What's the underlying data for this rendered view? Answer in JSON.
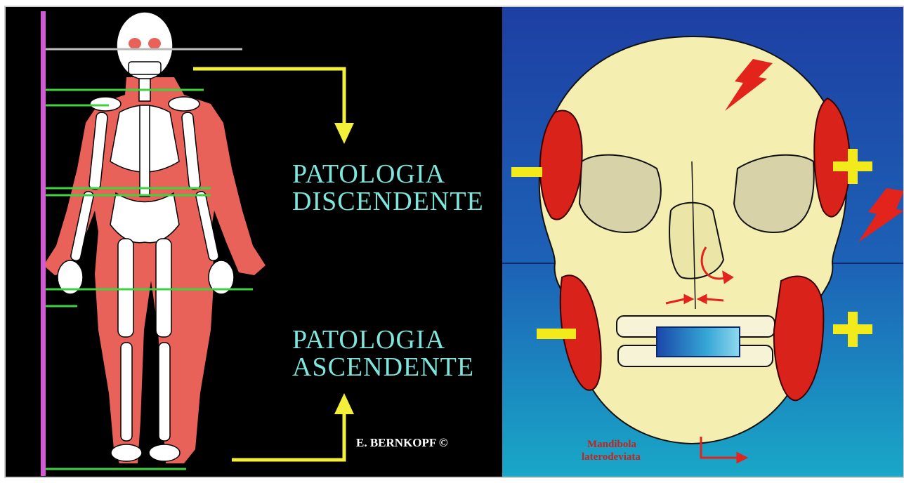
{
  "left_panel": {
    "label_top_line1": "PATOLOGIA",
    "label_top_line2": "DISCENDENTE",
    "label_bottom_line1": "PATOLOGIA",
    "label_bottom_line2": "ASCENDENTE",
    "credit": "E. BERNKOPF ©"
  },
  "right_panel": {
    "mandible_label_line1": "Mandibola",
    "mandible_label_line2": "laterodeviata",
    "sign_left_top": "minus",
    "sign_left_bottom": "minus",
    "sign_right_top": "plus",
    "sign_right_bottom": "plus"
  },
  "colors": {
    "left_background": "#000000",
    "muscle": "#e8625a",
    "bone": "#ffffff",
    "vertical_axis": "#d35ad6",
    "level_lines": "#3fd23f",
    "arrows": "#f3ef3b",
    "label_text": "#7ee6dc",
    "right_background_top": "#1d3fa3",
    "right_background_bottom": "#1aa3c4",
    "skull": "#f4eeb1",
    "masseter": "#d9231a",
    "signs": "#f2ea1a",
    "lightning": "#e2241c"
  }
}
